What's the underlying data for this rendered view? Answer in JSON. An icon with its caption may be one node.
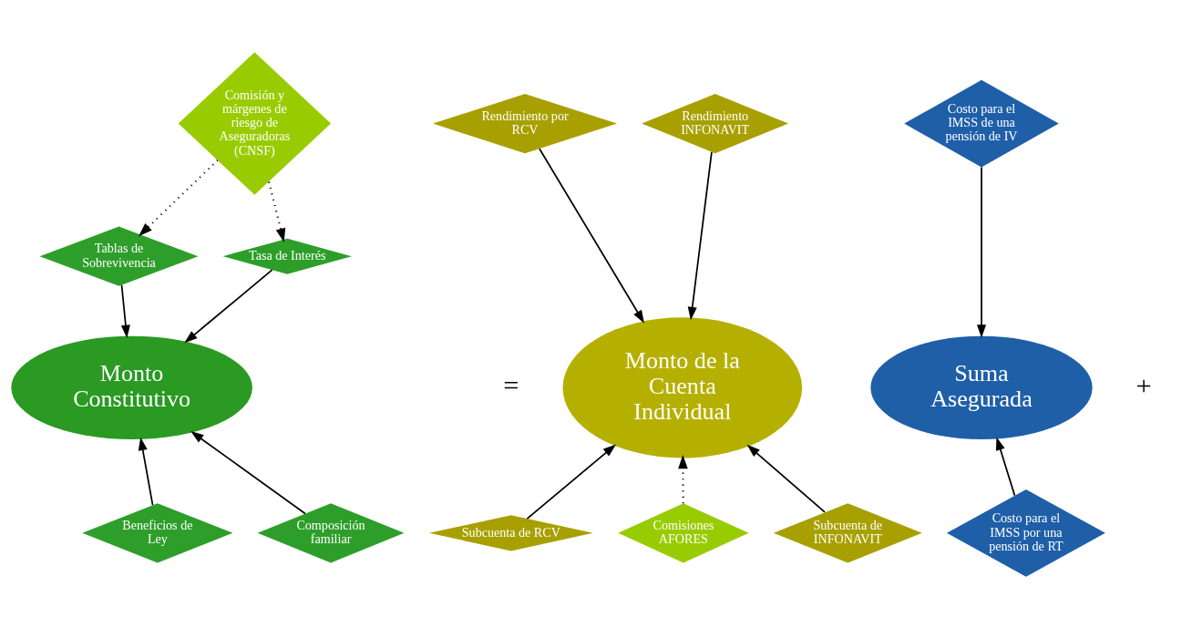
{
  "diagram": {
    "nodes": [
      {
        "text": [
          "Comisión y márgenes de riesgo de Aseguradoras (CNSF)"
        ]
      },
      {
        "text": [
          "Tablas de Sobrevivencia"
        ]
      },
      {
        "text": [
          "Tasa de Interés"
        ]
      },
      {
        "text": [
          "Monto Constitutivo"
        ]
      },
      {
        "text": [
          "Beneficios de Ley"
        ]
      },
      {
        "text": [
          "Composición familiar"
        ]
      },
      {
        "text": [
          "Rendimiento por RCV"
        ]
      },
      {
        "text": [
          "Rendimiento INFONAVIT"
        ]
      },
      {
        "text": [
          "Monto de la Cuenta Individual"
        ]
      },
      {
        "text": [
          "Subcuenta de RCV"
        ]
      },
      {
        "text": [
          "Comisiones AFORES"
        ]
      },
      {
        "text": [
          "Subcuenta de INFONAVIT"
        ]
      },
      {
        "text": [
          "Costo para el IMSS de una pensión de IV"
        ]
      },
      {
        "text": [
          "Suma Asegurada"
        ]
      },
      {
        "text": [
          "Costo para el IMSS por una pensión de RT"
        ]
      }
    ],
    "edges": [
      {
        "from": 0,
        "to": 1,
        "arrow": "to",
        "style": "dashed"
      },
      {
        "from": 0,
        "to": 2,
        "arrow": "to",
        "style": "dashed"
      },
      {
        "from": 1,
        "to": 3,
        "arrow": "to"
      },
      {
        "from": 2,
        "to": 3,
        "arrow": "to"
      },
      {
        "from": 4,
        "to": 3,
        "arrow": "to"
      },
      {
        "from": 5,
        "to": 3,
        "arrow": "to"
      },
      {
        "from": 6,
        "to": 8,
        "arrow": "to"
      },
      {
        "from": 7,
        "to": 8,
        "arrow": "to"
      },
      {
        "from": 9,
        "to": 8,
        "arrow": "to"
      },
      {
        "from": 10,
        "to": 8,
        "arrow": "to",
        "style": "dashed"
      },
      {
        "from": 11,
        "to": 8,
        "arrow": "to"
      },
      {
        "from": 12,
        "to": 13,
        "arrow": "to"
      },
      {
        "from": 14,
        "to": 13,
        "arrow": "to"
      }
    ],
    "labels": [
      "=",
      "+"
    ]
  }
}
